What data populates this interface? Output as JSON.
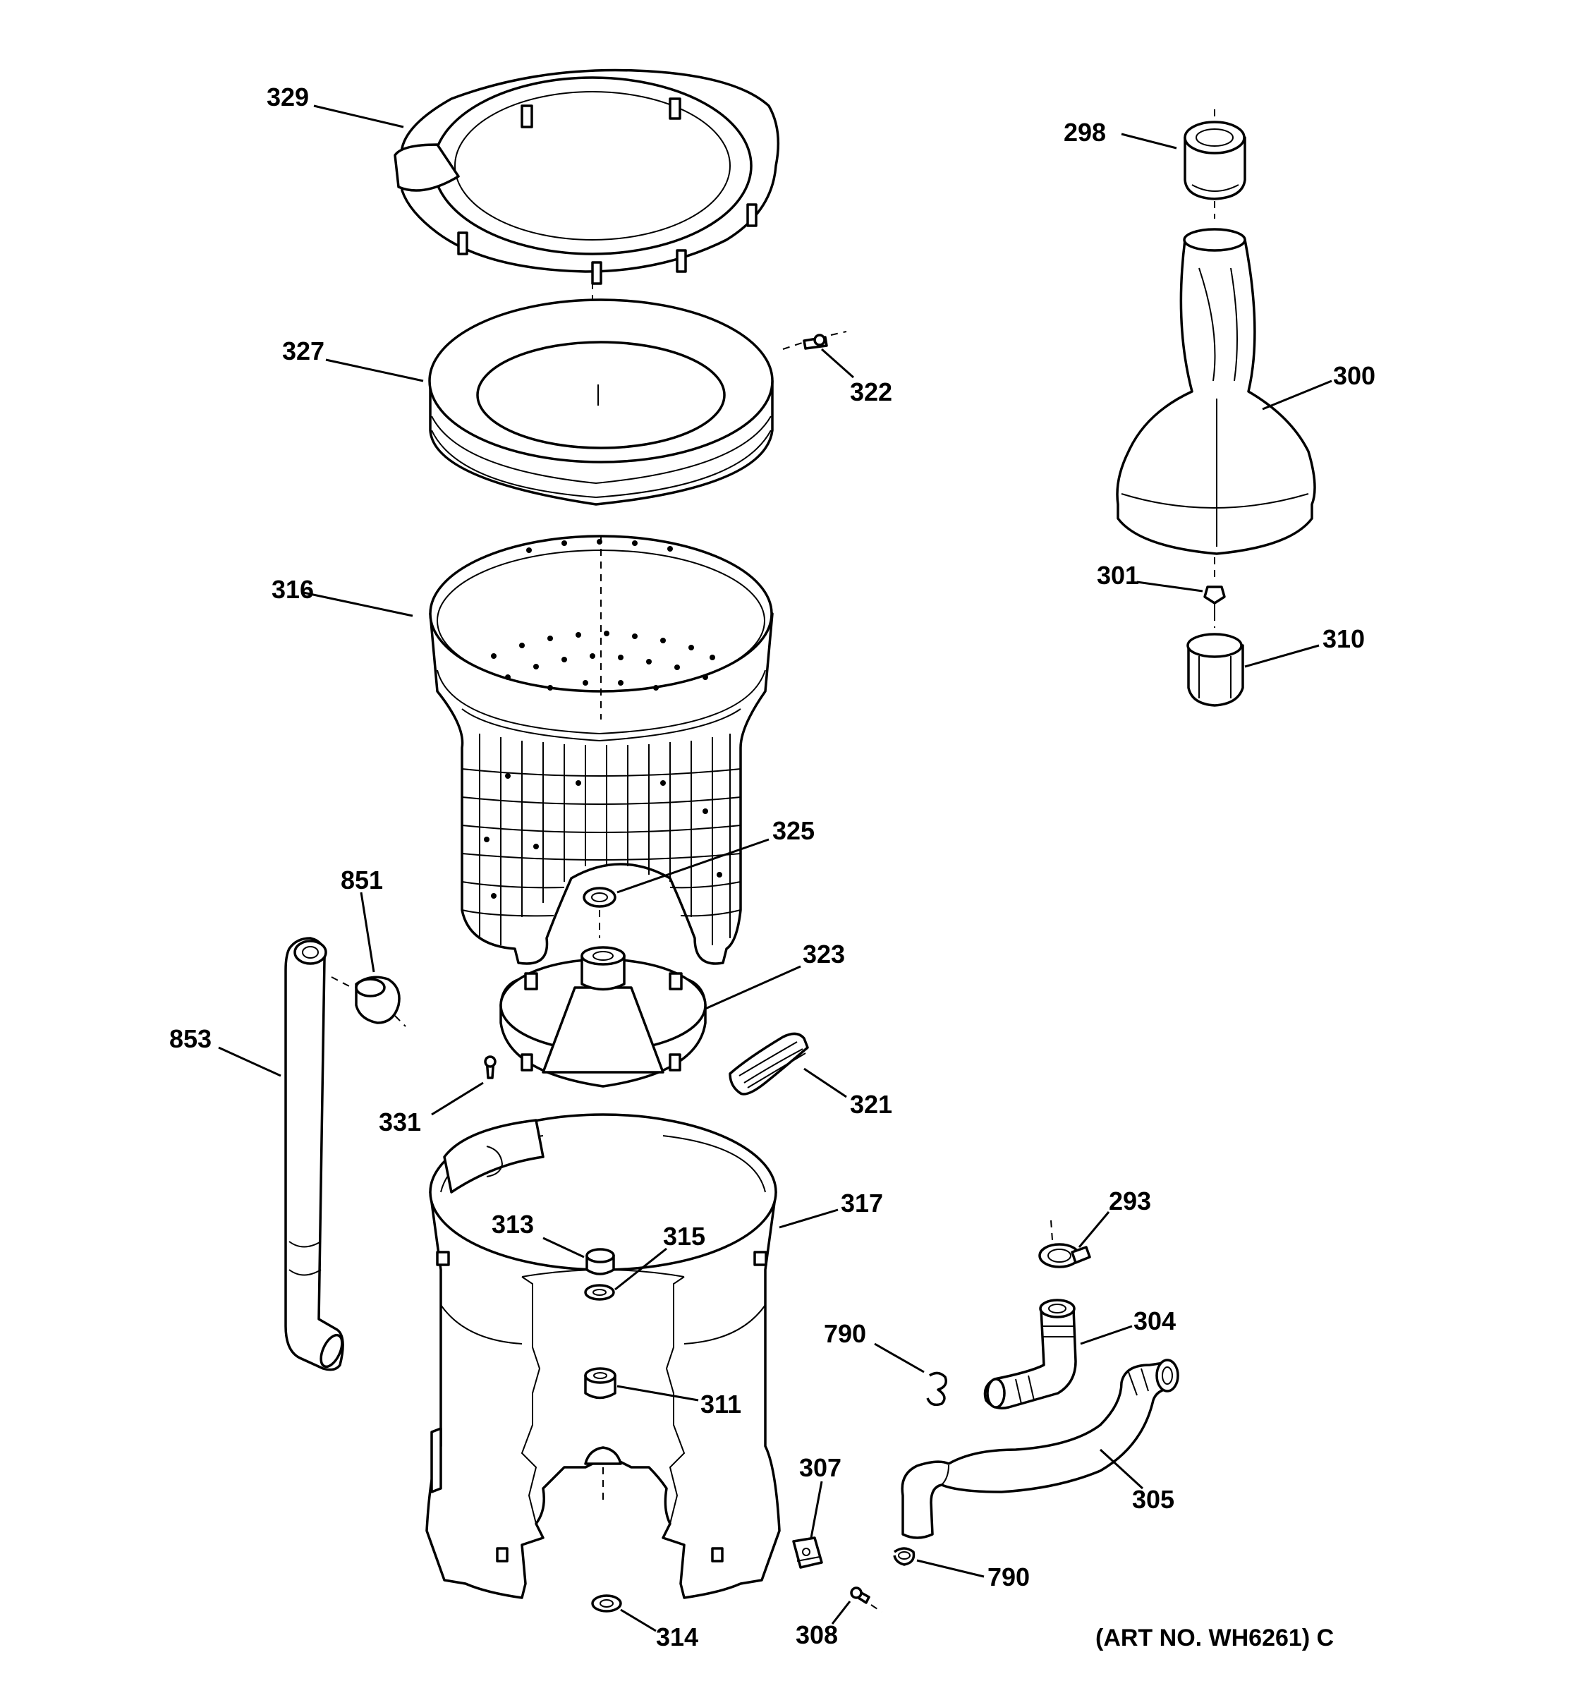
{
  "diagram": {
    "art_number": "(ART NO. WH6261) C",
    "parts": [
      {
        "id": "p329",
        "number": "329"
      },
      {
        "id": "p298",
        "number": "298"
      },
      {
        "id": "p327",
        "number": "327"
      },
      {
        "id": "p322",
        "number": "322"
      },
      {
        "id": "p300",
        "number": "300"
      },
      {
        "id": "p316",
        "number": "316"
      },
      {
        "id": "p301",
        "number": "301"
      },
      {
        "id": "p310",
        "number": "310"
      },
      {
        "id": "p325",
        "number": "325"
      },
      {
        "id": "p851",
        "number": "851"
      },
      {
        "id": "p323",
        "number": "323"
      },
      {
        "id": "p853",
        "number": "853"
      },
      {
        "id": "p321",
        "number": "321"
      },
      {
        "id": "p331",
        "number": "331"
      },
      {
        "id": "p317",
        "number": "317"
      },
      {
        "id": "p293",
        "number": "293"
      },
      {
        "id": "p313",
        "number": "313"
      },
      {
        "id": "p315",
        "number": "315"
      },
      {
        "id": "p790a",
        "number": "790"
      },
      {
        "id": "p304",
        "number": "304"
      },
      {
        "id": "p311",
        "number": "311"
      },
      {
        "id": "p307",
        "number": "307"
      },
      {
        "id": "p305",
        "number": "305"
      },
      {
        "id": "p790b",
        "number": "790"
      },
      {
        "id": "p314",
        "number": "314"
      },
      {
        "id": "p308",
        "number": "308"
      }
    ]
  }
}
